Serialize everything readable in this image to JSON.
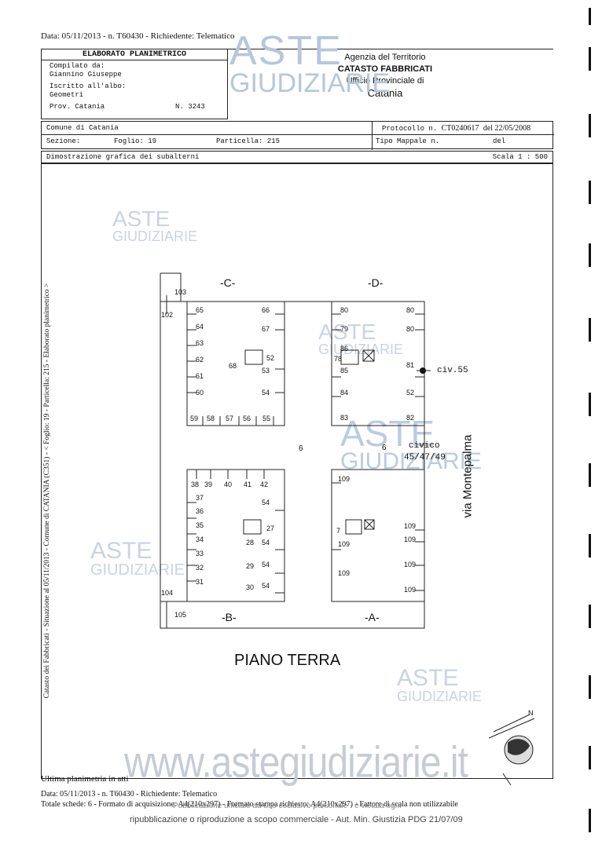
{
  "top_line": "Data: 05/11/2013 - n. T60430 - Richiedente: Telematico",
  "elaborato": {
    "title": "ELABORATO PLANIMETRICO",
    "compilato_label": "Compilato da:",
    "compilato_name": "Giannino Giuseppe",
    "iscritto_label": "Iscritto all'albo:",
    "iscritto_value": "Geometri",
    "prov_label": "Prov. Catania",
    "n_label": "N.",
    "n_value": "3243"
  },
  "agenzia": {
    "line1": "Agenzia del Territorio",
    "line2": "CATASTO FABBRICATI",
    "line3": "Ufficio Provinciale di",
    "line4": "Catania"
  },
  "info": {
    "comune": "Comune di Catania",
    "sezione": "Sezione:",
    "foglio": "Foglio: 19",
    "particella": "Particella: 215",
    "protocollo_label": "Protocollo n.",
    "protocollo_value": "CT0240617",
    "protocollo_date": "del 22/05/2008",
    "tipo_mappale": "Tipo Mappale n.",
    "del": "del"
  },
  "dimostrazione": "Dimostrazione grafica dei subalterni",
  "scala": "Scala 1 : 500",
  "side_text": "Catasto dei Fabbricati - Situazione al 05/11/2013 - Comune di CATANIA (C351) - < Foglio: 19 - Particella: 215 - Elaborato planimetrico >",
  "plan": {
    "labels": {
      "C": "-C-",
      "D": "-D-",
      "B": "-B-",
      "A": "-A-",
      "civ55": "civ.55",
      "civico": "civico",
      "civico_nums": "45/47/49",
      "street": "via Montepalma",
      "courtyard": "6",
      "courtyard2": "6"
    },
    "numbers_C": [
      "103",
      "102",
      "65",
      "66",
      "64",
      "67",
      "63",
      "62",
      "68",
      "52",
      "53",
      "61",
      "60",
      "54",
      "59",
      "58",
      "57",
      "56",
      "55"
    ],
    "numbers_D": [
      "80",
      "80",
      "79",
      "80",
      "78",
      "86",
      "81",
      "85",
      "52",
      "84",
      "83",
      "82"
    ],
    "numbers_B": [
      "38",
      "39",
      "40",
      "41",
      "42",
      "37",
      "54",
      "36",
      "35",
      "27",
      "34",
      "28",
      "54",
      "33",
      "32",
      "29",
      "54",
      "31",
      "30",
      "54",
      "104",
      "105"
    ],
    "numbers_A": [
      "109",
      "7",
      "109",
      "109",
      "109",
      "109",
      "109"
    ]
  },
  "piano": "PIANO TERRA",
  "compass_n": "N",
  "footer": {
    "ultima": "Ultima planimetria in atti",
    "line2": "Data: 05/11/2013 - n. T60430 - Richiedente: Telematico",
    "line3": "Totale schede: 6 - Formato di acquisizione: A4(210x297) - Formato stampa richiesto: A4(210x297) - Fattore di scala non utilizzabile",
    "pub_overlay": "Pubblicazione ufficiale ad uso esclusivo personale - è vietata ogni",
    "ripub": "ripubblicazione o riproduzione a scopo commerciale - Aut. Min. Giustizia PDG 21/07/09"
  },
  "watermark": {
    "aste": "ASTE",
    "giudiziarie": "GIUDIZIARIE",
    "site": "www.astegiudiziarie.it"
  }
}
